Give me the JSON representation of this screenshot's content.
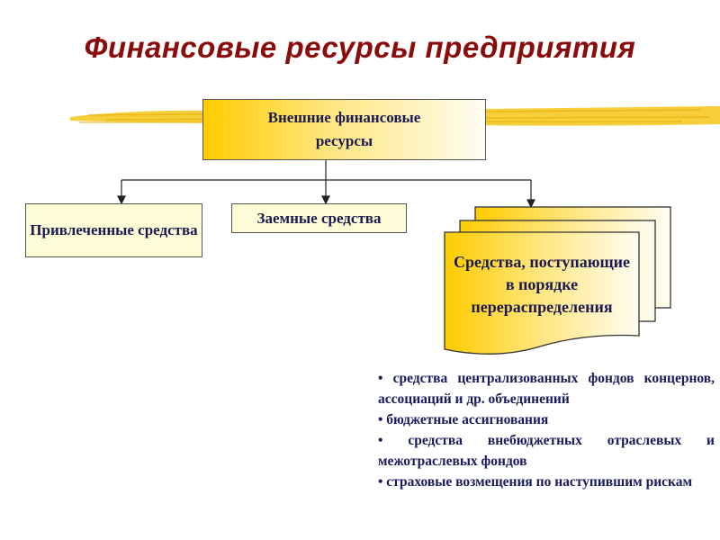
{
  "title": "Финансовые ресурсы предприятия",
  "top_box": "Внешние финансовые ресурсы",
  "children": [
    "Привлеченные средства",
    "Заемные средства",
    "Средства, поступающие в порядке перераспределения"
  ],
  "bullets": [
    "• средства централизованных фондов концернов, ассоциаций и др. объединений",
    "• бюджетные ассигнования",
    "• средства внебюджетных отраслевых и межотраслевых фондов",
    "• страховые возмещения по наступившим рискам"
  ]
}
